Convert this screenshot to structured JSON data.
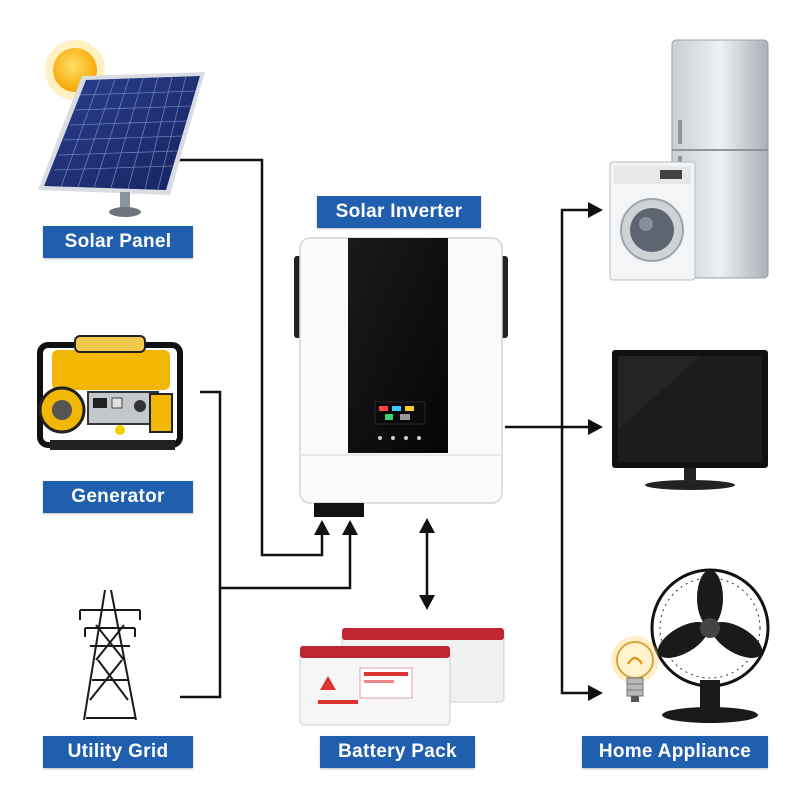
{
  "labels": {
    "solar_panel": "Solar Panel",
    "solar_inverter": "Solar Inverter",
    "generator": "Generator",
    "utility_grid": "Utility Grid",
    "battery_pack": "Battery Pack",
    "home_appliance": "Home Appliance"
  },
  "colors": {
    "label_bg": "#1f5fae",
    "label_text": "#ffffff",
    "line": "#111111"
  },
  "icons": [
    "sun-icon",
    "solar-panel-icon",
    "generator-icon",
    "transmission-tower-icon",
    "inverter-icon",
    "battery-icon",
    "refrigerator-icon",
    "washing-machine-icon",
    "television-icon",
    "fan-icon",
    "light-bulb-icon"
  ]
}
